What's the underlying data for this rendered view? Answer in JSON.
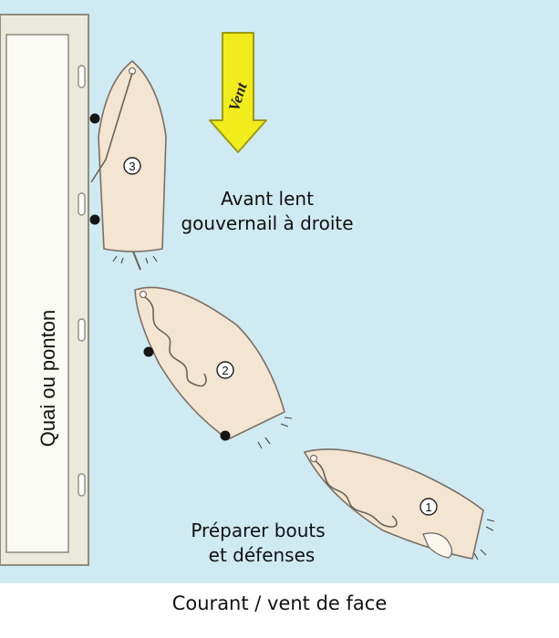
{
  "wind_label": "Vent",
  "dock_label": "Quai ou ponton",
  "annotations": {
    "step3_line1": "Avant lent",
    "step3_line2": "gouvernail  à droite",
    "step1_line1": "Préparer bouts",
    "step1_line2": "et défenses"
  },
  "boats": [
    {
      "number": "3"
    },
    {
      "number": "2"
    },
    {
      "number": "1"
    }
  ],
  "caption": "Courant / vent de face",
  "colors": {
    "water": "#cfeaf2",
    "dock_fill": "#ebe9db",
    "dock_inner": "#fafaf5",
    "dock_border": "#8d8d7c",
    "hull": "#f4e5d2",
    "hull_stroke": "#7b6f64",
    "arrow_fill": "#f1ec1b",
    "arrow_stroke": "#9c9a13"
  }
}
